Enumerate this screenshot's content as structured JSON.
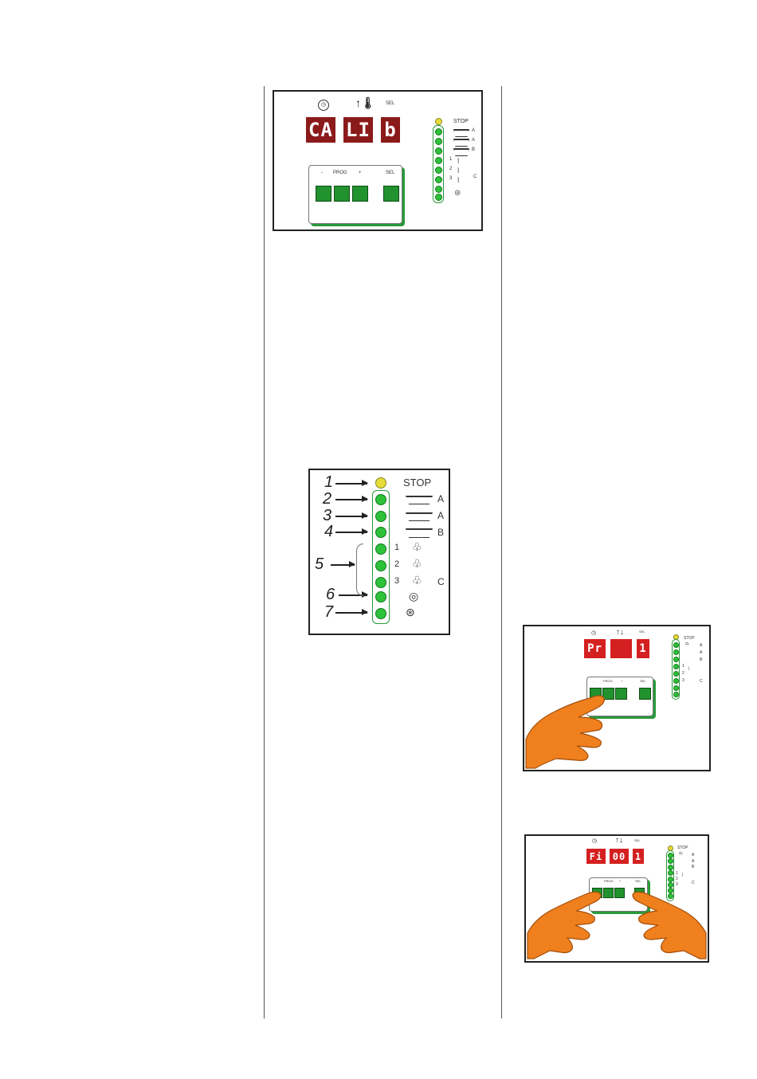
{
  "fig1": {
    "display": [
      "CA",
      "LI",
      "b"
    ],
    "sel_top": "SEL",
    "keypad": {
      "minus": "-",
      "prog": "PROG",
      "plus": "+",
      "sel": "SEL"
    },
    "led_labels": {
      "stop": "STOP",
      "a1": "A",
      "a2": "A",
      "b": "B",
      "n1": "1",
      "n2": "2",
      "n3": "3",
      "c": "C"
    }
  },
  "fig2": {
    "callouts": [
      "1",
      "2",
      "3",
      "4",
      "5",
      "6",
      "7"
    ],
    "stop": "STOP",
    "letters": {
      "a1": "A",
      "a2": "A",
      "b": "B",
      "c": "C"
    },
    "numbers": [
      "1",
      "2",
      "3"
    ]
  },
  "fig3": {
    "display": [
      "Pr",
      "",
      "1"
    ],
    "sel_top": "SEL",
    "keypad": {
      "minus": "-",
      "prog": "PROG",
      "plus": "+",
      "sel": "SEL"
    },
    "led_labels": {
      "stop": "STOP",
      "a1": "A",
      "a2": "A",
      "b": "B",
      "n1": "1",
      "n2": "2",
      "n3": "3",
      "c": "C"
    }
  },
  "fig4": {
    "display": [
      "Fi",
      "00",
      "1"
    ],
    "sel_top": "SEL",
    "keypad": {
      "minus": "-",
      "prog": "PROG",
      "plus": "+",
      "sel": "SEL"
    },
    "led_labels": {
      "stop": "STOP",
      "a1": "A",
      "a2": "A",
      "b": "B",
      "n1": "1",
      "n2": "2",
      "n3": "3",
      "c": "C"
    }
  },
  "colors": {
    "led_green": "#2ec23a",
    "led_yellow": "#e6dd3a",
    "display_dark": "#8b1a1a",
    "display_bright": "#d42020",
    "key_green": "#22922e",
    "hand": "#f07f1e"
  },
  "icons": [
    "clock-icon",
    "thermometer-icon",
    "tray-icon",
    "shower-icon",
    "pump-icon",
    "spin-icon",
    "hand-icon"
  ]
}
